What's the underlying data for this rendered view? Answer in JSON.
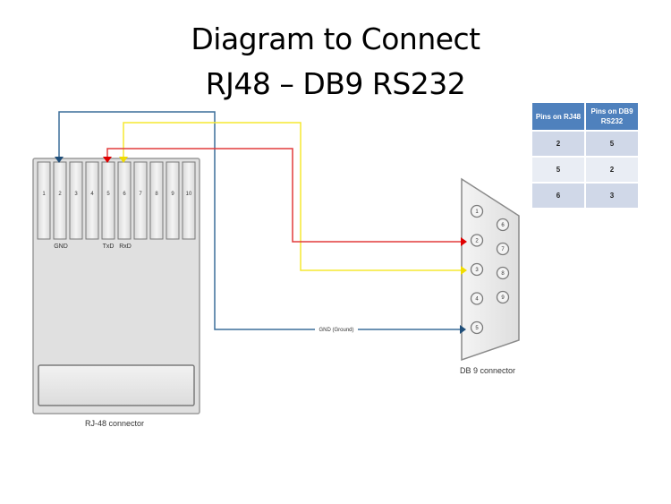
{
  "title": {
    "line1": "Diagram to Connect",
    "line2": "RJ48 – DB9 RS232"
  },
  "colors": {
    "gnd_wire": "#3b6e9a",
    "txd_wire": "#e23b3b",
    "rxd_wire": "#f5e830",
    "table_header": "#4f81bd",
    "table_row_dark": "#d0d8e8",
    "table_row_light": "#e9edf4"
  },
  "rj48": {
    "label": "RJ-48 connector",
    "pins": [
      "1",
      "2",
      "3",
      "4",
      "5",
      "6",
      "7",
      "8",
      "9",
      "10"
    ],
    "pin_labels": {
      "gnd": "GND",
      "txd": "TxD",
      "rxd": "RxD"
    }
  },
  "db9": {
    "label": "DB 9 connector",
    "pins_top_row": [
      "1",
      "2",
      "3",
      "4",
      "5"
    ],
    "pins_bottom_row": [
      "6",
      "7",
      "8",
      "9"
    ]
  },
  "wires": [
    {
      "name": "gnd",
      "from_rj48_pin": "2",
      "to_db9_pin": "5",
      "label": "GND (Ground)"
    },
    {
      "name": "txd",
      "from_rj48_pin": "5",
      "to_db9_pin": "2",
      "label": ""
    },
    {
      "name": "rxd",
      "from_rj48_pin": "6",
      "to_db9_pin": "3",
      "label": ""
    }
  ],
  "pin_table": {
    "headers": [
      "Pins on RJ48",
      "Pins on DB9 RS232"
    ],
    "rows": [
      [
        "2",
        "5"
      ],
      [
        "5",
        "2"
      ],
      [
        "6",
        "3"
      ]
    ]
  }
}
